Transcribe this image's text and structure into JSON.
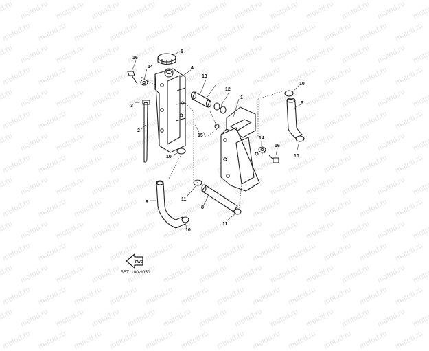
{
  "watermark": {
    "text": "motod.ru"
  },
  "diagram_code": "5ET1100-9050",
  "fwd_arrow_label": "FWD",
  "callouts": {
    "c1": "1",
    "c2": "2",
    "c3": "3",
    "c4": "4",
    "c5": "5",
    "c6": "6",
    "c8": "8",
    "c9": "9",
    "c10a": "10",
    "c10b": "10",
    "c10c": "10",
    "c10d": "10",
    "c11a": "11",
    "c11b": "11",
    "c12": "12",
    "c13": "13",
    "c14a": "14",
    "c14b": "14",
    "c15": "15",
    "c16a": "16",
    "c16b": "16"
  }
}
